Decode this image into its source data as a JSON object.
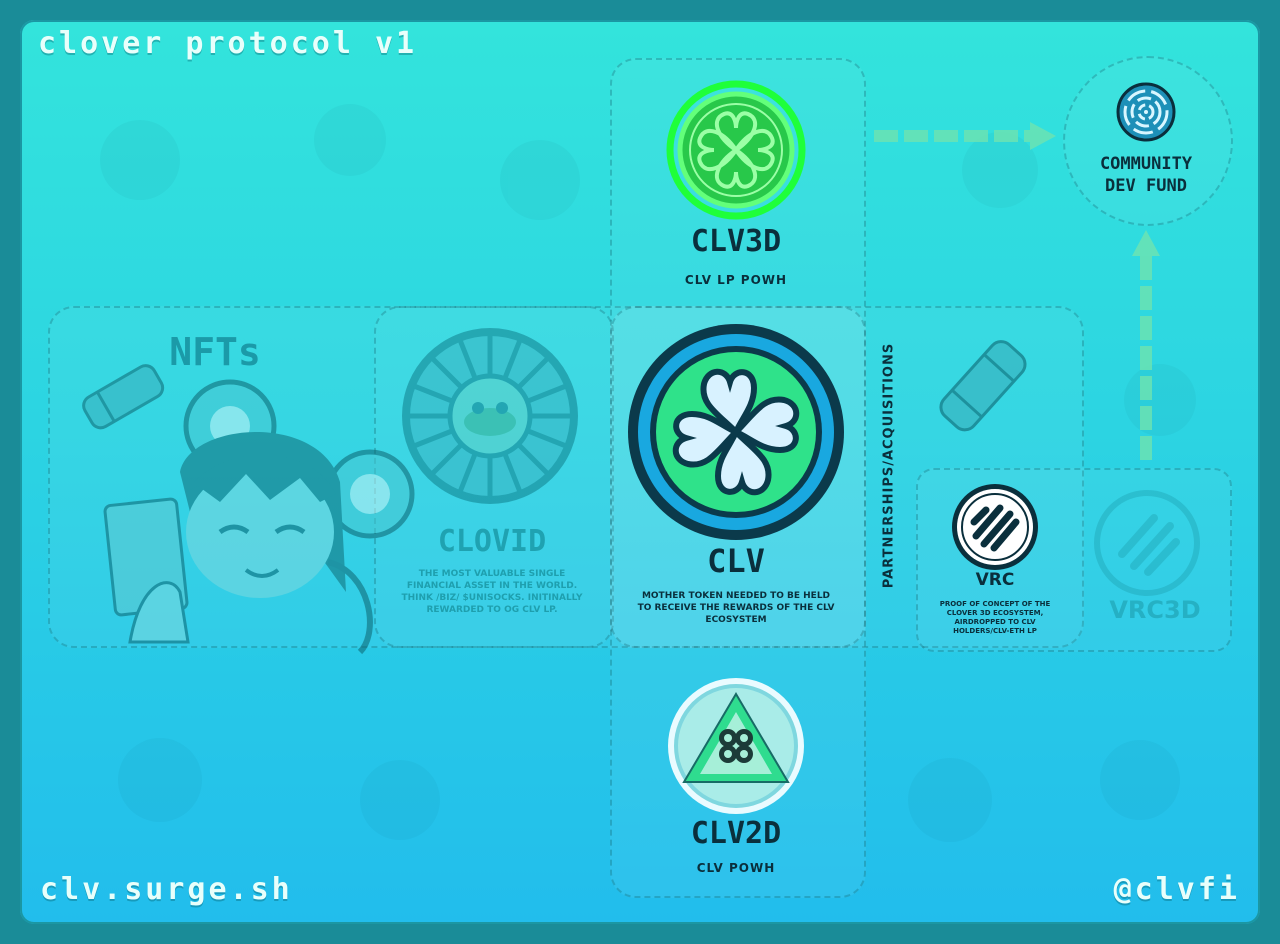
{
  "header": {
    "title": "clover protocol v1"
  },
  "footer": {
    "site": "clv.surge.sh",
    "handle": "@clvfi"
  },
  "nodes": {
    "clv3d": {
      "name": "CLV3D",
      "subtitle": "CLV LP POWH",
      "icon": "green-clover-coin-icon",
      "color": "#1fff3a"
    },
    "clv": {
      "name": "CLV",
      "description": "MOTHER TOKEN NEEDED TO BE HELD TO RECEIVE THE REWARDS OF THE CLV ECOSYSTEM",
      "icon": "blue-clover-coin-icon",
      "color": "#19a8e0"
    },
    "clv2d": {
      "name": "CLV2D",
      "subtitle": "CLV POWH",
      "icon": "triangle-clover-coin-icon"
    },
    "clovid": {
      "name": "CLOVID",
      "description": "THE MOST VALUABLE SINGLE FINANCIAL ASSET IN THE WORLD. THINK /BIZ/ $UNISOCKS. INITINALLY REWARDED TO OG CLV LP.",
      "icon": "stained-glass-frog-coin-icon"
    },
    "nfts": {
      "name": "NFTs",
      "icon": "anime-girl-illustration"
    },
    "vrc": {
      "name": "VRC",
      "description": "PROOF OF CONCEPT OF THE CLOVER 3D ECOSYSTEM, AIRDROPPED TO CLV HOLDERS/CLV-ETH LP",
      "icon": "vrc-logo-icon"
    },
    "vrc3d": {
      "name": "VRC3D",
      "icon": "vrc3d-logo-icon"
    },
    "fund": {
      "line1": "COMMUNITY",
      "line2": "DEV FUND",
      "icon": "maze-coin-icon"
    },
    "partnerships": {
      "label": "PARTNERSHIPS/ACQUISITIONS"
    }
  },
  "arrows": [
    "clv3d-to-fund-arrow",
    "vrc3d-to-fund-arrow"
  ],
  "colors": {
    "background": "#2cd4e2",
    "accent_green": "#1fff3a",
    "dark_text": "#0a2f3c",
    "faded_text": "#1b9aa8"
  }
}
